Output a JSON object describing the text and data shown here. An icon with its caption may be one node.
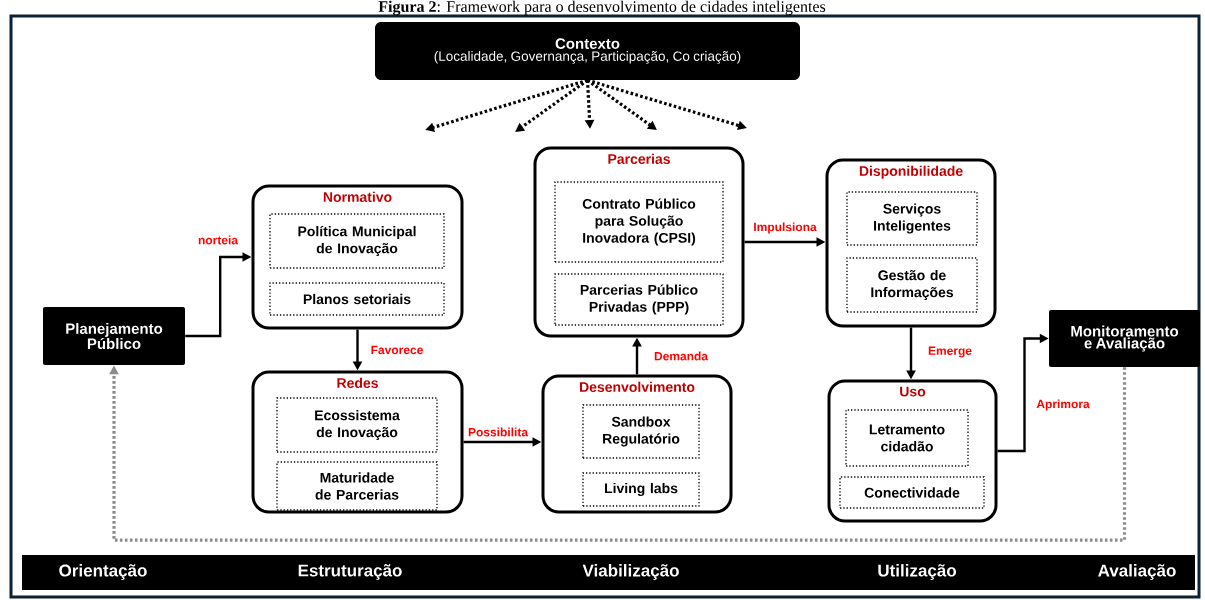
{
  "diagram": {
    "title": "**Figura 2**: Framework para o desenvolvimento de cidades inteligentes",
    "nodes": [
      {
        "text": [
          "Contexto",
          "(Localidade, Governança, Participação, Co criação)"
        ]
      },
      {
        "text": [
          "Planejamento Público"
        ]
      },
      {
        "text": [
          "Normativo"
        ]
      },
      {
        "text": [
          "Política Municipal de Inovação"
        ],
        "in": 2
      },
      {
        "text": [
          "Planos setoriais"
        ],
        "in": 2
      },
      {
        "text": [
          "Redes"
        ]
      },
      {
        "text": [
          "Ecossistema de Inovação"
        ],
        "in": 5
      },
      {
        "text": [
          "Maturidade de Parcerias"
        ],
        "in": 5
      },
      {
        "text": [
          "Parcerias"
        ]
      },
      {
        "text": [
          "Contrato Público para Solução Inovadora (CPSI)"
        ],
        "in": 8
      },
      {
        "text": [
          "Parcerias Público Privadas (PPP)"
        ],
        "in": 8
      },
      {
        "text": [
          "Desenvolvimento"
        ]
      },
      {
        "text": [
          "Sandbox Regulatório"
        ],
        "in": 11
      },
      {
        "text": [
          "Living labs"
        ],
        "in": 11
      },
      {
        "text": [
          "Disponibilidade"
        ]
      },
      {
        "text": [
          "Serviços Inteligentes"
        ],
        "in": 14
      },
      {
        "text": [
          "Gestão de Informações"
        ],
        "in": 14
      },
      {
        "text": [
          "Uso"
        ]
      },
      {
        "text": [
          "Letramento cidadão"
        ],
        "in": 17
      },
      {
        "text": [
          "Conectividade"
        ],
        "in": 17
      },
      {
        "text": [
          "Monitoramento e Avaliação"
        ]
      }
    ],
    "edges": [
      {
        "from": 1,
        "to": 2,
        "arrow": "to",
        "label": "norteia"
      },
      {
        "from": 2,
        "to": 5,
        "arrow": "to",
        "label": "Favorece"
      },
      {
        "from": 5,
        "to": 11,
        "arrow": "to",
        "label": "Possibilita"
      },
      {
        "from": 11,
        "to": 8,
        "arrow": "to",
        "label": "Demanda"
      },
      {
        "from": 8,
        "to": 14,
        "arrow": "to",
        "label": "Impulsiona"
      },
      {
        "from": 14,
        "to": 17,
        "arrow": "to",
        "label": "Emerge"
      },
      {
        "from": 17,
        "to": 20,
        "arrow": "to",
        "label": "Aprimora"
      },
      {
        "from": 20,
        "to": 1,
        "arrow": "to",
        "style": "dashed",
        "color": "#8c8c8c"
      },
      {
        "from": 0,
        "to": null,
        "arrow": "to",
        "style": "dashed"
      },
      {
        "from": 0,
        "to": null,
        "arrow": "to",
        "style": "dashed"
      },
      {
        "from": 0,
        "to": null,
        "arrow": "to",
        "style": "dashed"
      },
      {
        "from": 0,
        "to": null,
        "arrow": "to",
        "style": "dashed"
      },
      {
        "from": 0,
        "to": null,
        "arrow": "to",
        "style": "dashed"
      }
    ],
    "labels": [
      "Orientação",
      "Estruturação",
      "Viabilização",
      "Utilização",
      "Avaliação"
    ]
  }
}
